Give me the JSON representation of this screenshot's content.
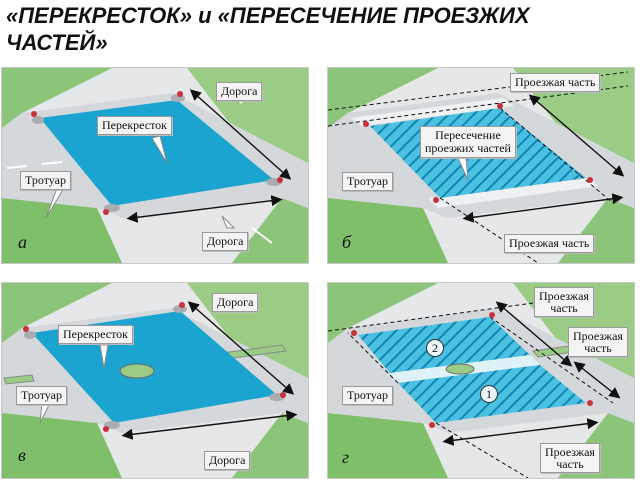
{
  "title": "«ПЕРЕКРЕСТОК» и «ПЕРЕСЕЧЕНИЕ ПРОЕЗЖИХ ЧАСТЕЙ»",
  "panels": {
    "a": {
      "letter": "а",
      "road_top": "Дорога",
      "intersection": "Перекресток",
      "sidewalk": "Тротуар",
      "road_bottom": "Дорога"
    },
    "b": {
      "letter": "б",
      "carriageway_top": "Проезжая часть",
      "crossing": "Пересечение\nпроезжих частей",
      "sidewalk": "Тротуар",
      "carriageway_bottom": "Проезжая часть"
    },
    "v": {
      "letter": "в",
      "road_top": "Дорога",
      "intersection": "Перекресток",
      "sidewalk": "Тротуар",
      "road_bottom": "Дорога"
    },
    "g": {
      "letter": "г",
      "carriageway_top": "Проезжая\nчасть",
      "carriageway_mid": "Проезжая\nчасть",
      "sidewalk": "Тротуар",
      "carriageway_bottom": "Проезжая\nчасть",
      "num_1": "1",
      "num_2": "2"
    }
  },
  "colors": {
    "intersection_fill": "#1aa4cf",
    "hatch": "#0e86b4",
    "road": "#d9dcdf",
    "grass": "#7fbf6a",
    "curb": "#a9adb2"
  }
}
